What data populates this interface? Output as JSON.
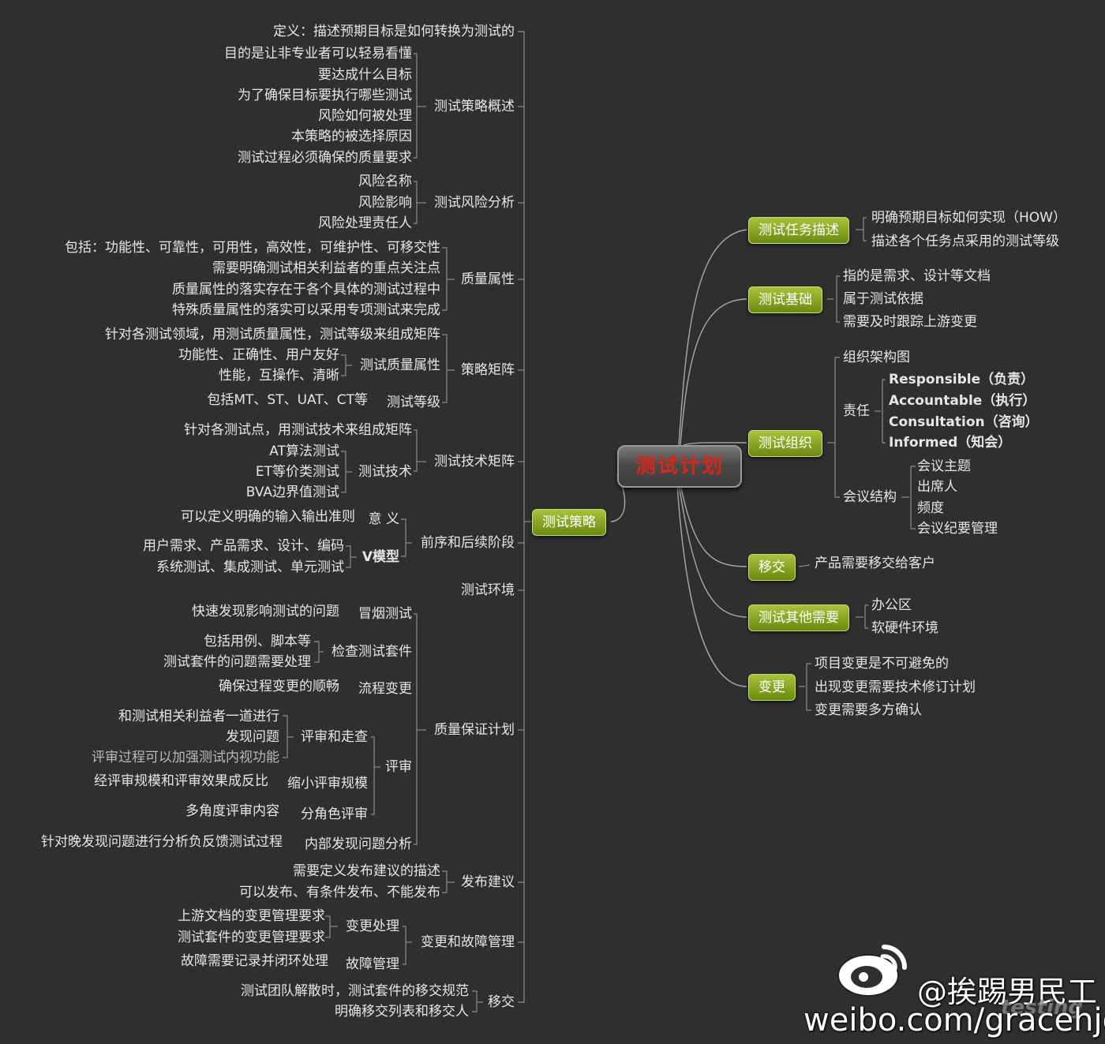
{
  "root": "测试计划",
  "left": {
    "strategy": "测试策略",
    "overview": {
      "title": "测试策略概述",
      "definition": "定义：描述预期目标是如何转换为测试的",
      "items": [
        "目的是让非专业者可以轻易看懂",
        "要达成什么目标",
        "为了确保目标要执行哪些测试",
        "风险如何被处理",
        "本策略的被选择原因",
        "测试过程必须确保的质量要求"
      ]
    },
    "risk": {
      "title": "测试风险分析",
      "items": [
        "风险名称",
        "风险影响",
        "风险处理责任人"
      ]
    },
    "quality": {
      "title": "质量属性",
      "items": [
        "包括：功能性、可靠性，可用性，高效性，可维护性、可移交性",
        "需要明确测试相关利益者的重点关注点",
        "质量属性的落实存在于各个具体的测试过程中",
        "特殊质量属性的落实可以采用专项测试来完成"
      ]
    },
    "matrix": {
      "title": "策略矩阵",
      "desc": "针对各测试领域，用测试质量属性，测试等级来组成矩阵",
      "attr_title": "测试质量属性",
      "attr_items": [
        "功能性、正确性、用户友好",
        "性能，互操作、清晰"
      ],
      "level_title": "测试等级",
      "level_desc": "包括MT、ST、UAT、CT等"
    },
    "tech": {
      "title": "测试技术矩阵",
      "desc": "针对各测试点，用测试技术来组成矩阵",
      "sub_title": "测试技术",
      "items": [
        "AT算法测试",
        "ET等价类测试",
        "BVA边界值测试"
      ]
    },
    "phase": {
      "title": "前序和后续阶段",
      "meaning": "意 义",
      "meaning_desc": "可以定义明确的输入输出准则",
      "v_title": "V模型",
      "v_items": [
        "用户需求、产品需求、设计、编码",
        "系统测试、集成测试、单元测试"
      ]
    },
    "env": "测试环境",
    "qa": {
      "title": "质量保证计划",
      "smoke": "冒烟测试",
      "smoke_desc": "快速发现影响测试的问题",
      "suite": "检查测试套件",
      "suite_items": [
        "包括用例、脚本等",
        "测试套件的问题需要处理"
      ],
      "flow": "流程变更",
      "flow_desc": "确保过程变更的顺畅",
      "review": "评审",
      "walk": "评审和走查",
      "walk_items": [
        "和测试相关利益者一道进行",
        "发现问题",
        "评审过程可以加强测试内视功能"
      ],
      "shrink": "缩小评审规模",
      "shrink_desc": "经评审规模和评审效果成反比",
      "role": "分角色评审",
      "role_desc": "多角度评审内容",
      "internal": "内部发现问题分析",
      "internal_desc": "针对晚发现问题进行分析负反馈测试过程"
    },
    "release": {
      "title": "发布建议",
      "items": [
        "需要定义发布建议的描述",
        "可以发布、有条件发布、不能发布"
      ]
    },
    "change": {
      "title": "变更和故障管理",
      "handle": "变更处理",
      "handle_items": [
        "上游文档的变更管理要求",
        "测试套件的变更管理要求"
      ],
      "fault": "故障管理",
      "fault_desc": "故障需要记录并闭环处理"
    },
    "handover": {
      "title": "移交",
      "items": [
        "测试团队解散时，测试套件的移交规范",
        "明确移交列表和移交人"
      ]
    }
  },
  "right": {
    "task": {
      "title": "测试任务描述",
      "items": [
        "明确预期目标如何实现（HOW）",
        "描述各个任务点采用的测试等级"
      ]
    },
    "basis": {
      "title": "测试基础",
      "items": [
        "指的是需求、设计等文档",
        "属于测试依据",
        "需要及时跟踪上游变更"
      ]
    },
    "org": {
      "title": "测试组织",
      "chart": "组织架构图",
      "resp": "责任",
      "resp_items": [
        "Responsible（负责）",
        "Accountable（执行）",
        "Consultation（咨询）",
        "Informed（知会）"
      ],
      "meeting": "会议结构",
      "meeting_items": [
        "会议主题",
        "出席人",
        "频度",
        "会议纪要管理"
      ]
    },
    "transfer": {
      "title": "移交",
      "desc": "产品需要移交给客户"
    },
    "other": {
      "title": "测试其他需要",
      "items": [
        "办公区",
        "软硬件环境"
      ]
    },
    "change": {
      "title": "变更",
      "items": [
        "项目变更是不可避免的",
        "出现变更需要技术修订计划",
        "变更需要多方确认"
      ]
    }
  },
  "watermark": {
    "handle": "@挨踢男民工",
    "url": "weibo.com/gracehjd",
    "testing": "testing"
  },
  "colors": {
    "background": "#2f2f2f",
    "node": "#8aa626",
    "root_text": "#d9261c",
    "text": "#e6e6e6",
    "line": "#9a9a9a"
  }
}
